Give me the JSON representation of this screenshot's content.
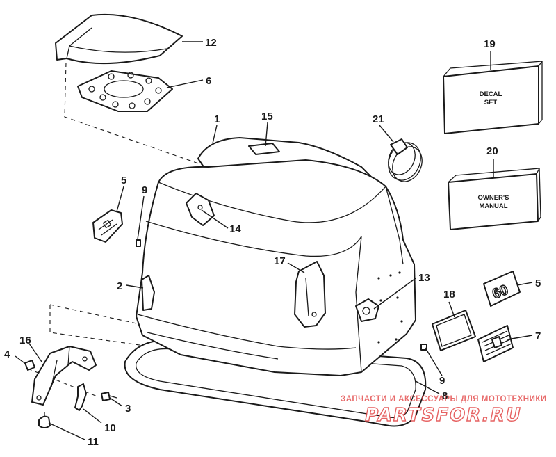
{
  "callouts": {
    "c1": "1",
    "c2": "2",
    "c3": "3",
    "c4": "4",
    "c5a": "5",
    "c5b": "5",
    "c6": "6",
    "c7": "7",
    "c8": "8",
    "c9a": "9",
    "c9b": "9",
    "c10": "10",
    "c11": "11",
    "c12": "12",
    "c13": "13",
    "c14": "14",
    "c15": "15",
    "c16": "16",
    "c17": "17",
    "c18": "18",
    "c19": "19",
    "c20": "20",
    "c21": "21"
  },
  "boxes": {
    "decal_line1": "DECAL",
    "decal_line2": "SET",
    "manual_line1": "OWNER'S",
    "manual_line2": "MANUAL"
  },
  "badge_text": "60",
  "watermark": {
    "subtitle": "ЗАПЧАСТИ И АКСЕССУАРЫ ДЛЯ МОТОТЕХНИКИ",
    "brand": "PARTSFOR.RU",
    "color": "#e03a3a"
  }
}
